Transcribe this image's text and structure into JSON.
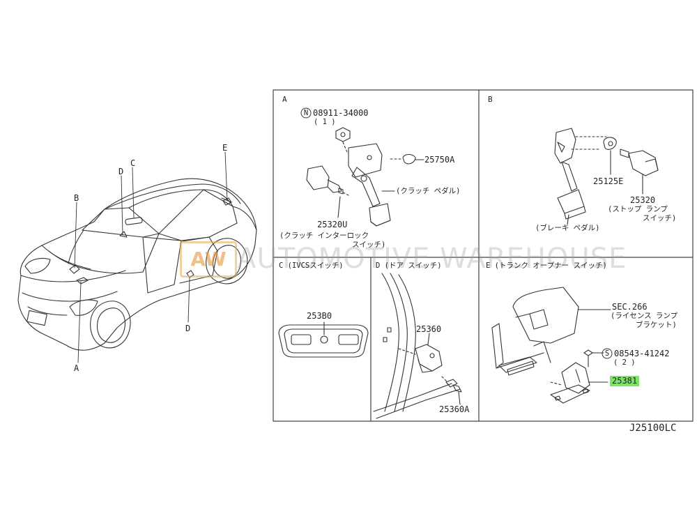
{
  "diagram_code": "J25100LC",
  "watermark": {
    "logo": "AW",
    "text": "AUTOMOTIVE WAREHOUSE"
  },
  "car_callouts": [
    "A",
    "B",
    "C",
    "D",
    "D",
    "E"
  ],
  "panels": {
    "A": {
      "letter": "A",
      "nut_symbol": "N",
      "nut_part": "08911-34000",
      "nut_qty": "( 1 )",
      "part_25750A": "25750A",
      "clutch_pedal": "(クラッチ ペダル)",
      "part_25320U": "25320U",
      "interlock_line1": "(クラッチ インターロック",
      "interlock_line2": "スイッチ)"
    },
    "B": {
      "letter": "B",
      "part_25125E": "25125E",
      "part_25320": "25320",
      "stop_lamp_line1": "(ストップ ランプ",
      "stop_lamp_line2": "スイッチ)",
      "brake_pedal": "(ブレーキ ペダル)"
    },
    "C": {
      "header": "C (IVCSスイッチ)",
      "part": "253B0"
    },
    "D": {
      "header": "D (ドア スイッチ)",
      "part_25360": "25360",
      "part_25360A": "25360A"
    },
    "E": {
      "header": "E (トランク オープナー スイッチ)",
      "sec": "SEC.266",
      "license_line1": "(ライセンス ランプ",
      "license_line2": "ブラケット)",
      "screw_symbol": "S",
      "screw_part": "08543-41242",
      "screw_qty": "( 2 )",
      "highlight_part": "25381"
    }
  },
  "colors": {
    "line": "#333333",
    "highlight": "#7fe36a",
    "background": "#ffffff"
  }
}
